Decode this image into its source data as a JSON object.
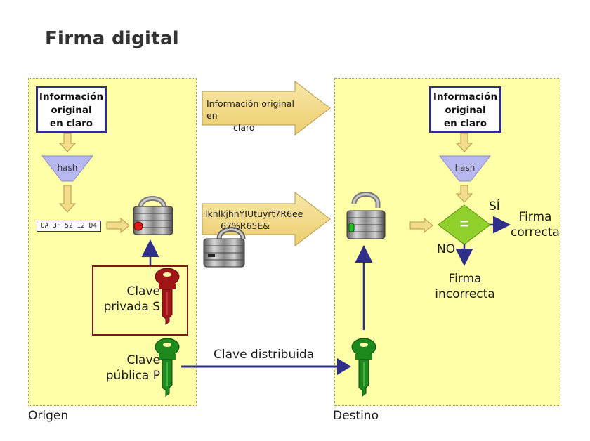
{
  "title": "Firma digital",
  "origin": {
    "label": "Origen",
    "info_box": [
      "Información",
      "original",
      "en claro"
    ],
    "hash_label": "hash",
    "digest": "0A 3F 52 12 D4",
    "private_key": [
      "Clave",
      "privada S"
    ],
    "public_key": [
      "Clave",
      "pública P"
    ]
  },
  "destination": {
    "label": "Destino",
    "info_box": [
      "Información",
      "original",
      "en claro"
    ],
    "hash_label": "hash",
    "compare_symbol": "=",
    "yes_label": "SÍ",
    "no_label": "NO",
    "correct": [
      "Firma",
      "correcta"
    ],
    "incorrect": [
      "Firma",
      "incorrecta"
    ]
  },
  "transfer": {
    "plain_info": [
      "Información original en",
      "claro"
    ],
    "cipher_text": [
      "lknlkjhnYIUtuyrt7R6ee",
      "67%R65E&"
    ],
    "distributed_key": "Clave distribuida"
  },
  "colors": {
    "panel": "#ffffa8",
    "box_border": "#2f2f8a",
    "arrow_fill": "#f3dc8a",
    "hash_funnel": "#b8b8f0",
    "compare_diamond": "#8fd12a",
    "private_key": "#a01515",
    "public_key": "#1e8a1e"
  }
}
